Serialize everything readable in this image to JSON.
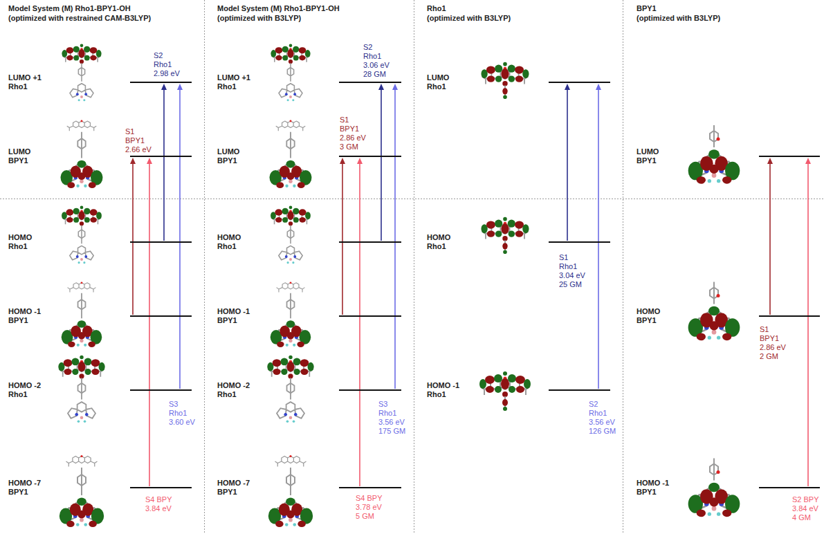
{
  "diagram": {
    "nodes": [
      {
        "text": [
          "LUMO +1",
          "Rho1"
        ]
      },
      {
        "text": [
          "LUMO",
          "BPY1"
        ]
      },
      {
        "text": [
          "HOMO",
          "Rho1"
        ]
      },
      {
        "text": [
          "HOMO -1",
          "BPY1"
        ]
      },
      {
        "text": [
          "HOMO -2",
          "Rho1"
        ]
      },
      {
        "text": [
          "HOMO -7",
          "BPY1"
        ]
      },
      {
        "text": [
          "LUMO +1",
          "Rho1"
        ]
      },
      {
        "text": [
          "LUMO",
          "BPY1"
        ]
      },
      {
        "text": [
          "HOMO",
          "Rho1"
        ]
      },
      {
        "text": [
          "HOMO -1",
          "BPY1"
        ]
      },
      {
        "text": [
          "HOMO -2",
          "Rho1"
        ]
      },
      {
        "text": [
          "HOMO -7",
          "BPY1"
        ]
      },
      {
        "text": [
          "LUMO",
          "Rho1"
        ]
      },
      {
        "text": [
          "HOMO",
          "Rho1"
        ]
      },
      {
        "text": [
          "HOMO -1",
          "Rho1"
        ]
      },
      {
        "text": [
          "LUMO",
          "BPY1"
        ]
      },
      {
        "text": [
          "HOMO",
          "BPY1"
        ]
      },
      {
        "text": [
          "HOMO -1",
          "BPY1"
        ]
      }
    ],
    "edges": [
      {
        "from": 3,
        "to": 1,
        "arrow": "to",
        "label": "S1 BPY1 2.66 eV"
      },
      {
        "from": 2,
        "to": 0,
        "arrow": "to",
        "label": "S2 Rho1 2.98 eV"
      },
      {
        "from": 4,
        "to": 0,
        "arrow": "to",
        "label": "S3 Rho1 3.60 eV"
      },
      {
        "from": 5,
        "to": 1,
        "arrow": "to",
        "label": "S4 BPY 3.84 eV"
      },
      {
        "from": 9,
        "to": 7,
        "arrow": "to",
        "label": "S1 BPY1 2.86 eV 3 GM"
      },
      {
        "from": 8,
        "to": 6,
        "arrow": "to",
        "label": "S2 Rho1 3.06 eV 28 GM"
      },
      {
        "from": 10,
        "to": 6,
        "arrow": "to",
        "label": "S3 Rho1 3.56 eV 175 GM"
      },
      {
        "from": 11,
        "to": 7,
        "arrow": "to",
        "label": "S4 BPY 3.78 eV 5 GM"
      },
      {
        "from": 13,
        "to": 12,
        "arrow": "to",
        "label": "S1 Rho1 3.04 eV 25 GM"
      },
      {
        "from": 14,
        "to": 12,
        "arrow": "to",
        "label": "S2 Rho1 3.56 eV 126 GM"
      },
      {
        "from": 16,
        "to": 15,
        "arrow": "to",
        "label": "S1 BPY1 2.86 eV 2 GM"
      },
      {
        "from": 17,
        "to": 15,
        "arrow": "to",
        "label": "S2 BPY 3.84 eV 4 GM"
      }
    ],
    "labels": [
      "Model System (M) Rho1-BPY1-OH",
      "(optimized with restrained CAM-B3LYP)",
      "Model System (M) Rho1-BPY1-OH",
      "(optimized with B3LYP)",
      "Rho1",
      "(optimized with B3LYP)",
      "BPY1",
      "(optimized with B3LYP)"
    ]
  }
}
